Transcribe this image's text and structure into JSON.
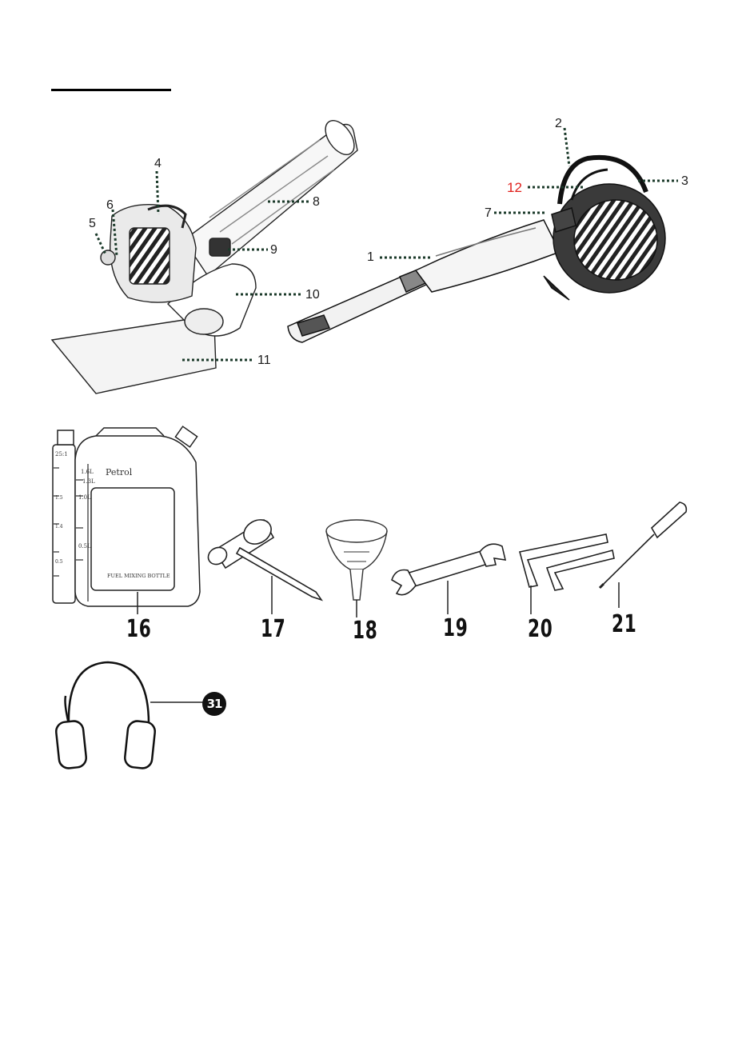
{
  "callouts": {
    "c1": "1",
    "c2": "2",
    "c3": "3",
    "c4": "4",
    "c5": "5",
    "c6": "6",
    "c7": "7",
    "c8": "8",
    "c9": "9",
    "c10": "10",
    "c11": "11",
    "c12": "12"
  },
  "accessories": {
    "n16": "16",
    "n17": "17",
    "n18": "18",
    "n19": "19",
    "n20": "20",
    "n21": "21",
    "n31": "31"
  },
  "bottle": {
    "petrol": "Petrol",
    "label": "FUEL MIXING BOTTLE",
    "ratio": "25:1",
    "marks": [
      "1.6L",
      "1.3L",
      "1.0L",
      "0.5L"
    ],
    "side_marks": [
      "1.5",
      "1.4",
      "0.5"
    ]
  },
  "colors": {
    "callout_red": "#e0201c",
    "ink": "#111111"
  }
}
